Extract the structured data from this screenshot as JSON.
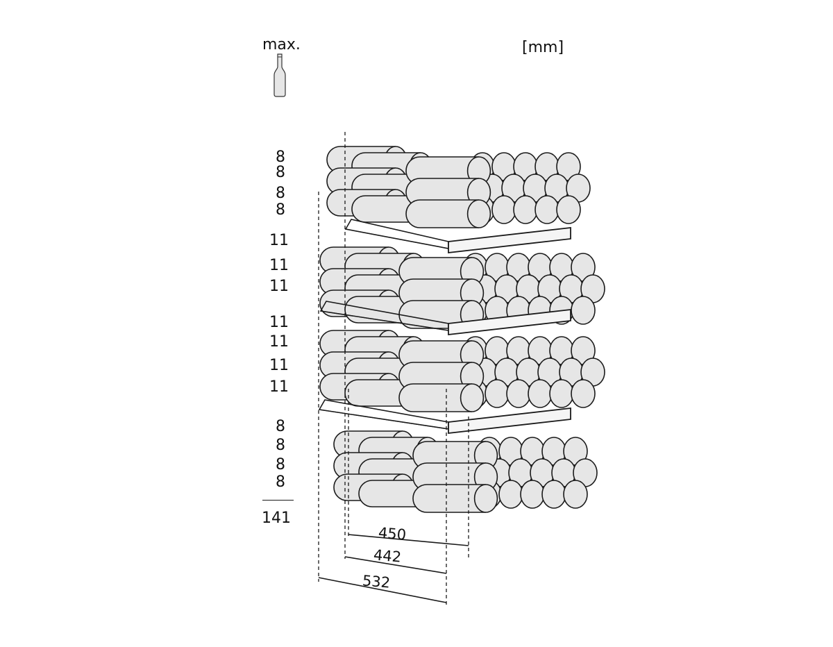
{
  "header": {
    "max_label": "max.",
    "unit_label": "[mm]"
  },
  "bottle_counts": [
    "8",
    "8",
    "8",
    "8",
    "11",
    "11",
    "11",
    "11",
    "11",
    "11",
    "11",
    "8",
    "8",
    "8",
    "8"
  ],
  "total": "141",
  "dimensions": [
    "450",
    "442",
    "532"
  ],
  "icons": {
    "max_bottle": "wine-bottle-icon"
  },
  "colors": {
    "line": "#1a1a1a",
    "bottle_fill": "#e6e6e6",
    "shelf_fill": "#f5f5f5"
  }
}
